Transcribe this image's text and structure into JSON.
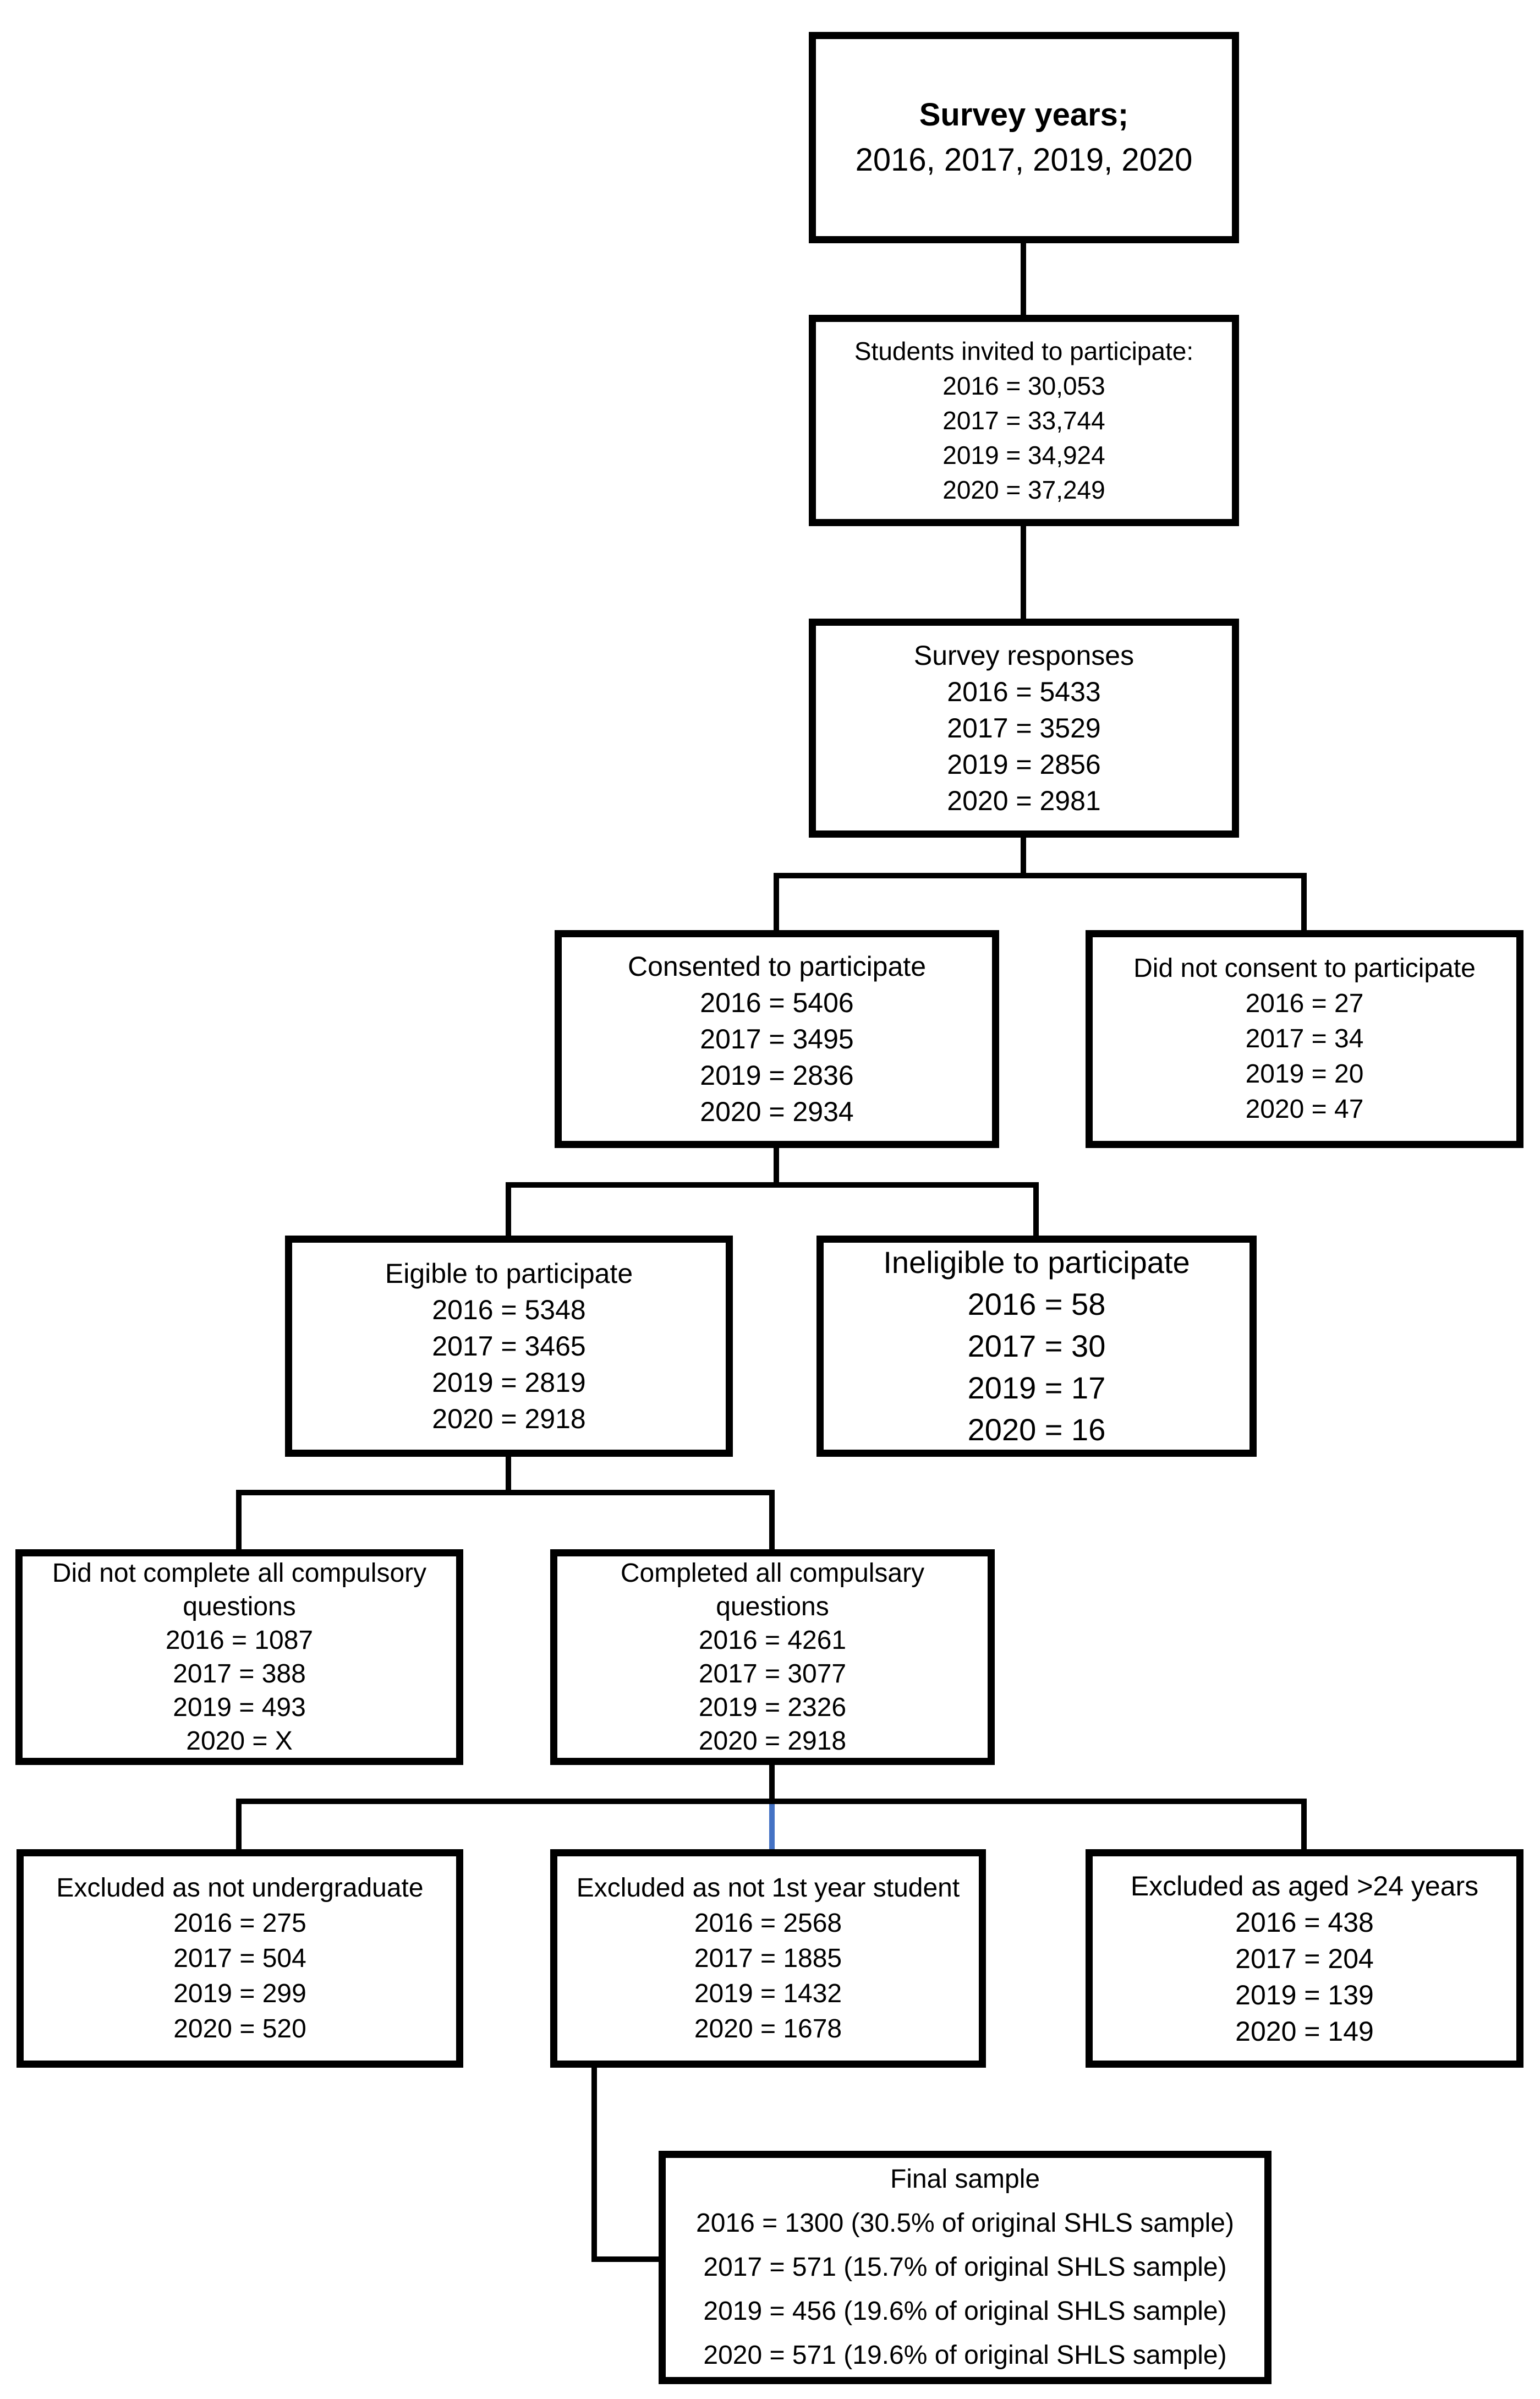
{
  "palette": {
    "background": "#ffffff",
    "box_border": "#000000",
    "text": "#000000",
    "connector": "#000000",
    "highlight_connector": "#4472c4"
  },
  "boxes": {
    "survey_years": {
      "title": "Survey years;",
      "subtitle": "2016, 2017, 2019, 2020"
    },
    "invited": {
      "title": "Students invited to participate:",
      "lines": [
        "2016 = 30,053",
        "2017 = 33,744",
        "2019 = 34,924",
        "2020 = 37,249"
      ]
    },
    "responses": {
      "title": "Survey responses",
      "lines": [
        "2016 = 5433",
        "2017 = 3529",
        "2019 = 2856",
        "2020 = 2981"
      ]
    },
    "consented": {
      "title": "Consented to participate",
      "lines": [
        "2016 = 5406",
        "2017 = 3495",
        "2019 = 2836",
        "2020 = 2934"
      ]
    },
    "did_not_consent": {
      "title": "Did not consent to participate",
      "lines": [
        "2016 = 27",
        "2017 = 34",
        "2019 = 20",
        "2020 = 47"
      ]
    },
    "eligible": {
      "title": "Eigible to participate",
      "lines": [
        "2016 = 5348",
        "2017 = 3465",
        "2019 = 2819",
        "2020 = 2918"
      ]
    },
    "ineligible": {
      "title": "Ineligible to participate",
      "lines": [
        "2016 = 58",
        "2017 = 30",
        "2019 = 17",
        "2020 = 16"
      ]
    },
    "did_not_complete": {
      "title": "Did not complete all compulsory questions",
      "lines": [
        "2016 = 1087",
        "2017 = 388",
        "2019 = 493",
        "2020 = X"
      ]
    },
    "completed": {
      "title": "Completed all compulsary questions",
      "lines": [
        "2016 = 4261",
        "2017 = 3077",
        "2019 = 2326",
        "2020 = 2918"
      ]
    },
    "excluded_not_undergraduate": {
      "title": "Excluded as not undergraduate",
      "lines": [
        "2016 = 275",
        "2017 = 504",
        "2019 = 299",
        "2020 = 520"
      ]
    },
    "excluded_not_first_year": {
      "title": "Excluded as not 1st year student",
      "lines": [
        "2016 = 2568",
        "2017 = 1885",
        "2019 = 1432",
        "2020 = 1678"
      ]
    },
    "excluded_aged_over_24": {
      "title": "Excluded as aged >24 years",
      "lines": [
        "2016 = 438",
        "2017 = 204",
        "2019 = 139",
        "2020 = 149"
      ]
    },
    "final_sample": {
      "title": "Final sample",
      "lines": [
        "2016 = 1300 (30.5% of original SHLS sample)",
        "2017 = 571 (15.7% of original SHLS sample)",
        "2019 = 456 (19.6% of original SHLS sample)",
        "2020 = 571 (19.6% of original SHLS sample)"
      ]
    }
  }
}
